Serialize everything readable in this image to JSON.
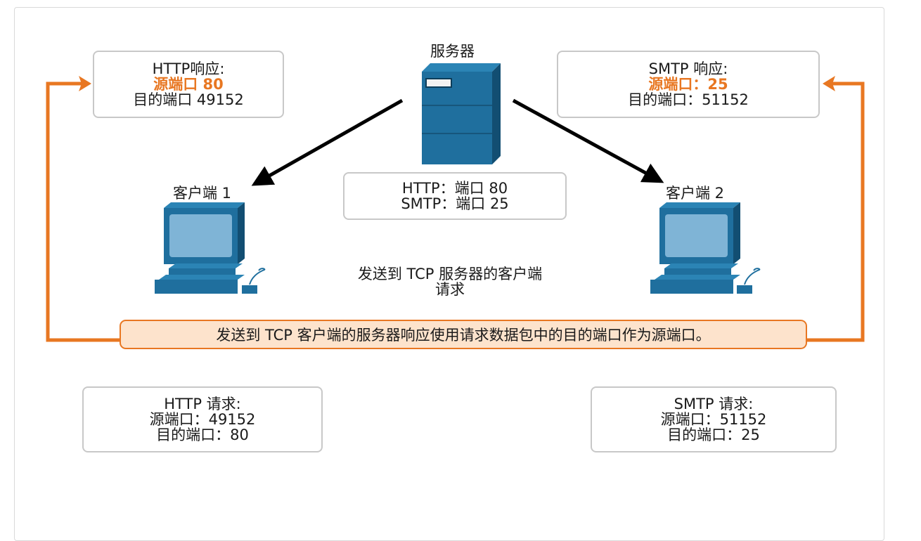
{
  "server": {
    "label": "服务器"
  },
  "client1": {
    "label": "客户端 1"
  },
  "client2": {
    "label": "客户端 2"
  },
  "http_response": {
    "title": "HTTP响应:",
    "source": "源端口 80",
    "dest": "目的端口 49152"
  },
  "smtp_response": {
    "title": "SMTP 响应:",
    "source": "源端口：25",
    "dest": "目的端口：51152"
  },
  "server_ports": {
    "http": "HTTP：端口 80",
    "smtp": "SMTP：端口 25"
  },
  "request_caption": {
    "line1": "发送到 TCP 服务器的客户端",
    "line2": "请求"
  },
  "response_note": "发送到 TCP 客户端的服务器响应使用请求数据包中的目的端口作为源端口。",
  "http_request": {
    "title": "HTTP 请求:",
    "source": "源端口：49152",
    "dest": "目的端口：80"
  },
  "smtp_request": {
    "title": "SMTP 请求:",
    "source": "源端口：51152",
    "dest": "目的端口：25"
  },
  "colors": {
    "accent": "#e87722",
    "device": "#1f6f9e",
    "screen": "#7fb4d6"
  }
}
